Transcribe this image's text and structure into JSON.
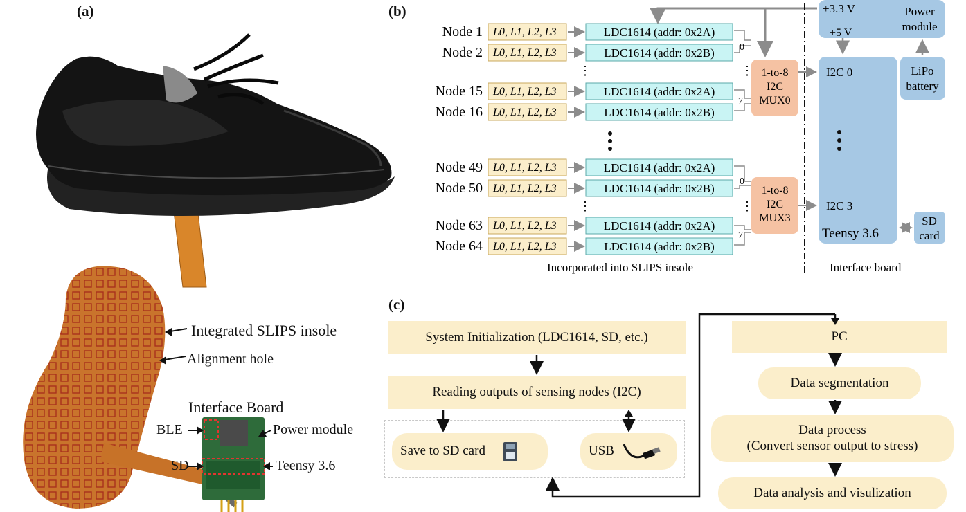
{
  "panels": {
    "a": "(a)",
    "b": "(b)",
    "c": "(c)"
  },
  "photo": {
    "callouts": {
      "insole": "Integrated SLIPS insole",
      "hole": "Alignment hole",
      "board_title": "Interface Board",
      "ble": "BLE",
      "power": "Power module",
      "sd": "SD",
      "teensy": "Teensy 3.6"
    }
  },
  "diagram_b": {
    "nodes": [
      {
        "node": "Node 1",
        "ldc": "LDC1614 (addr: 0x2A)"
      },
      {
        "node": "Node 2",
        "ldc": "LDC1614 (addr: 0x2B)"
      },
      {
        "node": "Node 15",
        "ldc": "LDC1614 (addr: 0x2A)"
      },
      {
        "node": "Node 16",
        "ldc": "LDC1614 (addr: 0x2B)"
      },
      {
        "node": "Node 49",
        "ldc": "LDC1614 (addr: 0x2A)"
      },
      {
        "node": "Node 50",
        "ldc": "LDC1614 (addr: 0x2B)"
      },
      {
        "node": "Node 63",
        "ldc": "LDC1614 (addr: 0x2A)"
      },
      {
        "node": "Node 64",
        "ldc": "LDC1614 (addr: 0x2B)"
      }
    ],
    "coil_label": "L0, L1, L2, L3",
    "mux0": [
      "1-to-8",
      "I2C",
      "MUX0"
    ],
    "mux3": [
      "1-to-8",
      "I2C",
      "MUX3"
    ],
    "mux_port_first": "0",
    "mux_port_last": "7",
    "v33": "+3.3 V",
    "v5": "+5 V",
    "power_module": [
      "Power",
      "module"
    ],
    "battery": [
      "LiPo",
      "battery"
    ],
    "i2c0": "I2C 0",
    "i2c3": "I2C 3",
    "teensy": "Teensy 3.6",
    "sd_card": [
      "SD",
      "card"
    ],
    "caption_insole": "Incorporated into SLIPS insole",
    "caption_board": "Interface board"
  },
  "diagram_c": {
    "init": "System Initialization (LDC1614, SD, etc.)",
    "read": "Reading outputs of sensing nodes (I2C)",
    "save": "Save to SD card",
    "usb": "USB",
    "pc": "PC",
    "segmentation": "Data segmentation",
    "process_1": "Data process",
    "process_2": "(Convert sensor output to stress)",
    "analysis": "Data analysis and visulization"
  }
}
